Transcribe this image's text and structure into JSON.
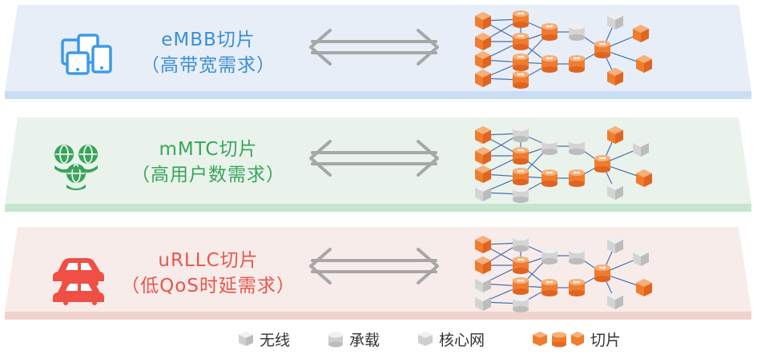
{
  "layers": [
    {
      "id": "embb",
      "title": "eMBB切片",
      "subtitle": "（高带宽需求）",
      "icon": "tablet-devices-icon",
      "colors": {
        "top": "#e8eef7",
        "front": "#c9def4",
        "text": "#3a8fd6",
        "icon": "#3d9be9"
      }
    },
    {
      "id": "mmtc",
      "title": "mMTC切片",
      "subtitle": "（高用户数需求）",
      "icon": "iot-globes-icon",
      "colors": {
        "top": "#e9f3ec",
        "front": "#c7e6cf",
        "text": "#3aa45a",
        "icon": "#3aa45a"
      }
    },
    {
      "id": "urllc",
      "title": "uRLLC切片",
      "subtitle": "（低QoS时延需求）",
      "icon": "cars-icon",
      "colors": {
        "top": "#f8ecea",
        "front": "#f1d3ce",
        "text": "#e8554a",
        "icon": "#ef4f45"
      }
    }
  ],
  "legend": {
    "wireless": "无线",
    "bearer": "承载",
    "core": "核心网",
    "slice": "切片"
  },
  "colors": {
    "slice_node": "#f07c2e",
    "slice_node_top": "#f7b07a",
    "grey_node": "#d4d4d4",
    "grey_node_top": "#efefef",
    "edge": "#4a6fb0",
    "arrow": "#a7a7a7"
  }
}
